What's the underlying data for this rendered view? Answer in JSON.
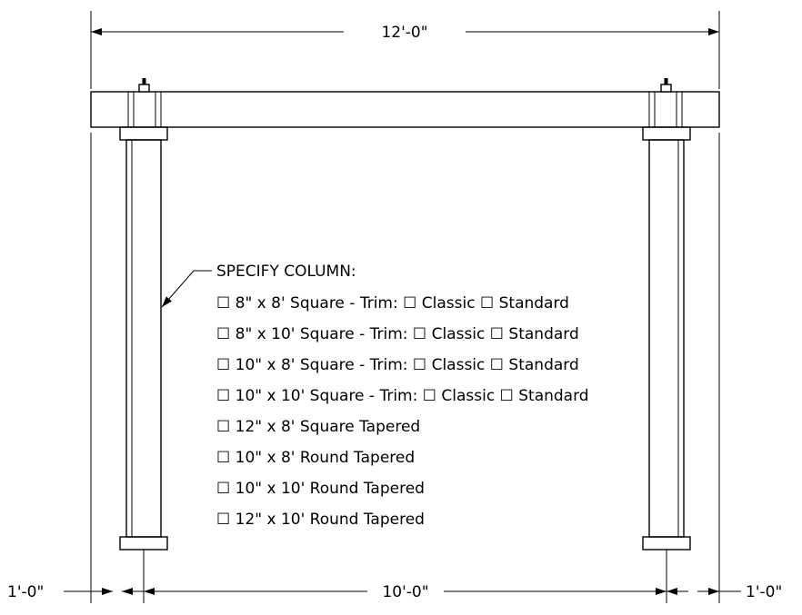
{
  "dimensions": {
    "overall": "12'-0\"",
    "left_overhang": "1'-0\"",
    "center_span": "10'-0\"",
    "right_overhang": "1'-0\""
  },
  "note": {
    "title": "SPECIFY COLUMN:",
    "options": [
      "☐ 8\" x 8' Square - Trim: ☐ Classic ☐ Standard",
      "☐ 8\" x 10' Square - Trim: ☐ Classic ☐ Standard",
      "☐ 10\" x 8' Square - Trim: ☐ Classic ☐ Standard",
      "☐ 10\" x 10' Square - Trim: ☐ Classic ☐ Standard",
      "☐ 12\" x 8' Square Tapered",
      "☐ 10\" x 8' Round Tapered",
      "☐ 10\" x 10' Round Tapered",
      "☐ 12\" x 10' Round Tapered"
    ]
  }
}
